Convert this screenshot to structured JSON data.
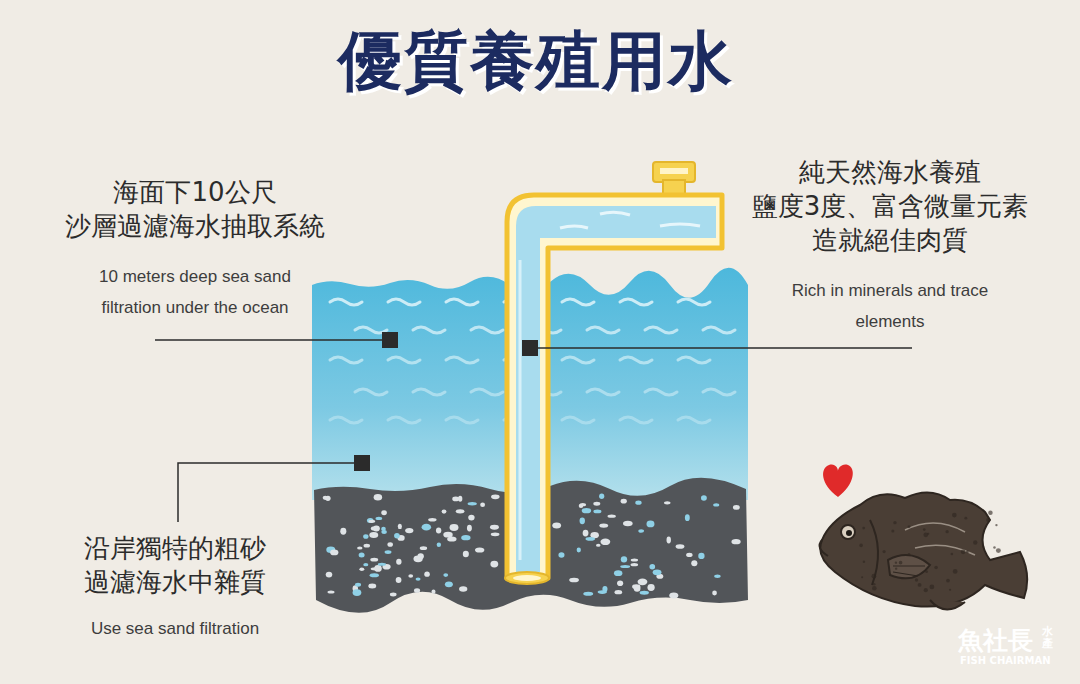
{
  "diagram": {
    "title": "優質養殖用水",
    "labels": [
      "海面下10公尺 沙層過濾海水抽取系統",
      "10 meters deep sea sand filtration under the ocean",
      "純天然海水養殖 鹽度3度、富含微量元素 造就絕佳肉質",
      "Rich in minerals and trace elements",
      "沿岸獨特的粗砂 過濾海水中雜質",
      "Use sea sand filtration",
      "魚社長",
      "水產",
      "FISH CHAIRMAN"
    ]
  }
}
